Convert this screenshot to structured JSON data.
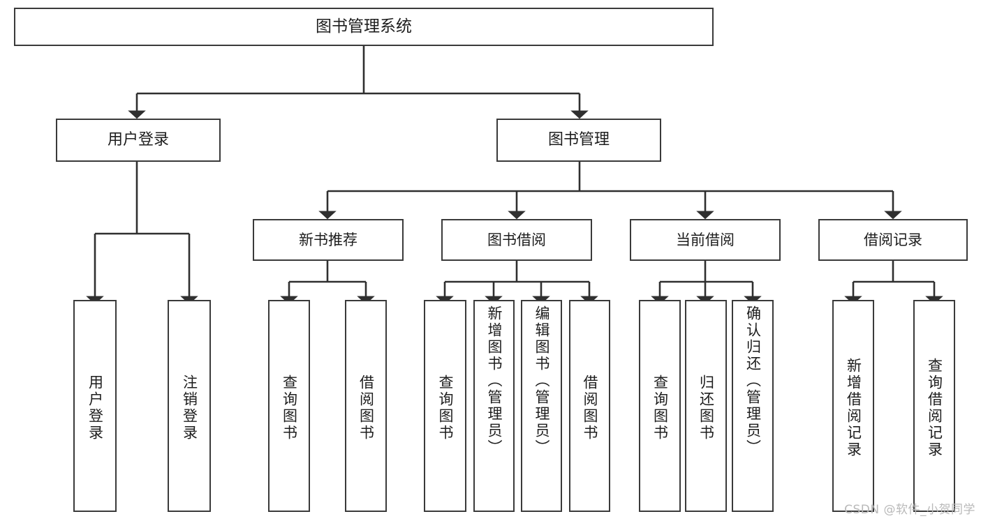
{
  "diagram": {
    "title_node": {
      "label": "图书管理系统"
    },
    "level1": [
      {
        "id": "user-login",
        "label": "用户登录"
      },
      {
        "id": "book-management",
        "label": "图书管理"
      }
    ],
    "level2": [
      {
        "id": "new-book-recommend",
        "label": "新书推荐"
      },
      {
        "id": "book-borrow",
        "label": "图书借阅"
      },
      {
        "id": "current-borrow",
        "label": "当前借阅"
      },
      {
        "id": "borrow-record",
        "label": "借阅记录"
      }
    ],
    "leaves": {
      "user_login": [
        {
          "id": "leaf-user-login",
          "label": "用户登录"
        },
        {
          "id": "leaf-logout-login",
          "label": "注销登录"
        }
      ],
      "new_book_recommend": [
        {
          "id": "leaf-query-book-1",
          "label": "查询图书"
        },
        {
          "id": "leaf-borrow-book-1",
          "label": "借阅图书"
        }
      ],
      "book_borrow": [
        {
          "id": "leaf-query-book-2",
          "label": "查询图书"
        },
        {
          "id": "leaf-add-book",
          "label": "新增图书（管理员）"
        },
        {
          "id": "leaf-edit-book",
          "label": "编辑图书（管理员）"
        },
        {
          "id": "leaf-borrow-book-2",
          "label": "借阅图书"
        }
      ],
      "current_borrow": [
        {
          "id": "leaf-query-book-3",
          "label": "查询图书"
        },
        {
          "id": "leaf-return-book",
          "label": "归还图书"
        },
        {
          "id": "leaf-confirm-return",
          "label": "确认归还（管理员）"
        }
      ],
      "borrow_record": [
        {
          "id": "leaf-add-record",
          "label": "新增借阅记录"
        },
        {
          "id": "leaf-query-record",
          "label": "查询借阅记录"
        }
      ]
    },
    "watermark": "CSDN @软件_小贺同学",
    "colors": {
      "box_border": "#3a3a3a",
      "box_fill": "#ffffff",
      "connector": "#2f2f2f",
      "text": "#1d1d1d",
      "watermark": "#b9b9b9",
      "background": "#ffffff"
    }
  }
}
